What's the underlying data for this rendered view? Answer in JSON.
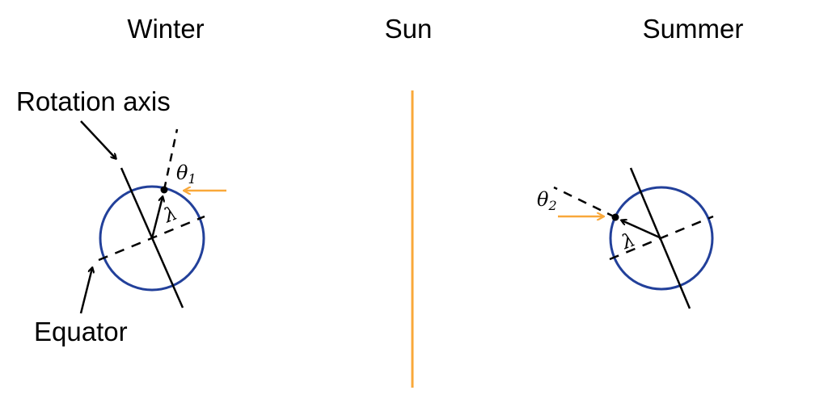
{
  "labels": {
    "winter": "Winter",
    "sun": "Sun",
    "summer": "Summer",
    "rotation_axis": "Rotation axis",
    "equator": "Equator"
  },
  "math": {
    "theta": "θ",
    "theta1_sub": "1",
    "theta2_sub": "2",
    "lambda": "λ"
  },
  "colors": {
    "sun": "#F9A83A",
    "earth": "#22409A",
    "ink": "#000000"
  }
}
